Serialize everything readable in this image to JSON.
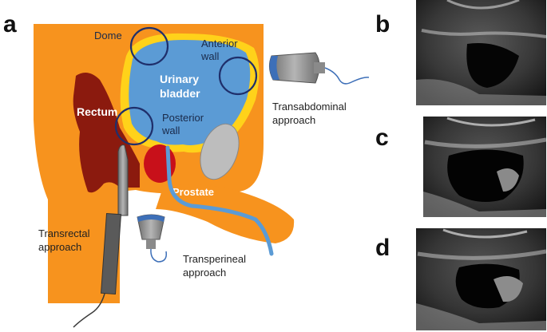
{
  "panels": {
    "a": "a",
    "b": "b",
    "c": "c",
    "d": "d"
  },
  "labels": {
    "dome": "Dome",
    "anterior_wall_1": "Anterior",
    "anterior_wall_2": "wall",
    "urinary_1": "Urinary",
    "urinary_2": "bladder",
    "rectum": "Rectum",
    "posterior_wall_1": "Posterior",
    "posterior_wall_2": "wall",
    "prostate": "Prostate",
    "transabdominal_1": "Transabdominal",
    "transabdominal_2": "approach",
    "transrectal_1": "Transrectal",
    "transrectal_2": "approach",
    "transperineal_1": "Transperineal",
    "transperineal_2": "approach"
  },
  "colors": {
    "body": "#f7931e",
    "rectum": "#8b1a0e",
    "bladder_rim": "#ffd21a",
    "bladder": "#5b9bd5",
    "prostate": "#c8101a",
    "urethra": "#5b9bd5",
    "bone": "#bdbdbd",
    "circle": "#1f2f6b",
    "probe": "#9a9a9a"
  },
  "ultrasound_images": [
    "b",
    "c",
    "d"
  ]
}
